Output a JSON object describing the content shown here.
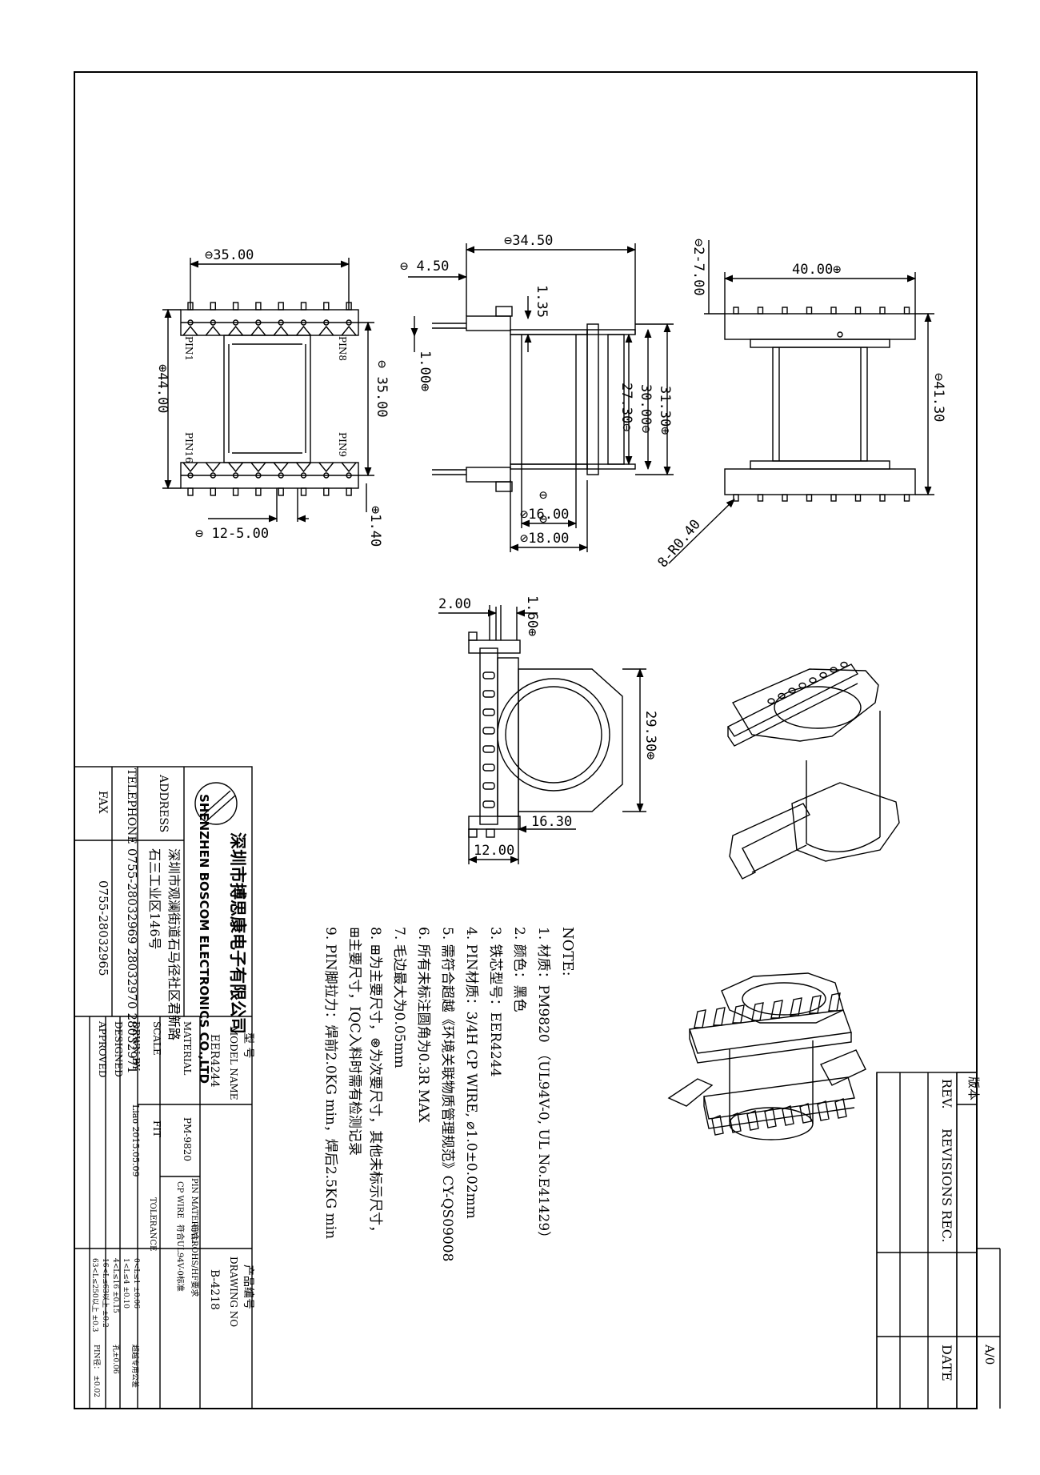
{
  "drawing": {
    "top_view": {
      "width": "⊖35.00",
      "height": "⊕44.00",
      "inner": "⊖ 35.00",
      "pitch": "⊖ 12-5.00",
      "pin_dia": "⊕1.40",
      "pin1": "PIN1",
      "pin8": "PIN8",
      "pin16": "PIN16",
      "pin9": "PIN9"
    },
    "front_view": {
      "width": "⊖34.50",
      "left_ext": "⊖ 4.50",
      "flange_t": "1.35",
      "pin_t": "1.00⊕",
      "h1": "27.30⊖",
      "h2": "30.00⊖",
      "h3": "31.30⊕",
      "d1": "⊘16.00",
      "d2": "⊘18.00",
      "d1_mark": "⊖",
      "d2_mark": "⊖"
    },
    "side_view": {
      "slot": "⊖2-7.00",
      "width": "40.00⊕",
      "height": "⊖41.30",
      "radius": "8-R0.40"
    },
    "end_view": {
      "top_w": "2.00",
      "pin_gap": "1.60⊕",
      "height": "29.30⊕",
      "bottom_w": "12.00",
      "offset": "16.30"
    }
  },
  "notes": {
    "title": "NOTE:",
    "items": [
      "1. 材质：PM9820 （UL94V-0, UL No.E41429）",
      "2. 颜色：黑色",
      "3. 铁芯型号：EER4244",
      "4. PIN材质：3/4H CP WIRE, ⌀1.0±0.02mm",
      "5. 需符合超越《环境关联物质管理规范》CY-QS09008",
      "6. 所有未标注圆角为0.3R MAX",
      "7. 毛边最大为0.05mm",
      "8. ⊞为主要尺寸，⊛为次要尺寸，其他未标示尺寸，",
      "   ⊞主要尺寸，IQC入料时需有检测记录",
      "9. PIN脚拉力：焊前2.0KG min，焊后2.5KG min"
    ]
  },
  "title_block": {
    "company_cn": "深圳市搏思康电子有限公司",
    "company_en": "SHENZHEN BOSCOM ELECTRONICS CO.,LTD",
    "address_label": "ADDRESS",
    "address_line1": "深圳市观澜街道石马径社区君新路",
    "address_line2": "石三工业区146号",
    "telephone_label": "TELEPHONE",
    "telephone": "0755-28032969 28032970 28032971",
    "fax_label": "FAX",
    "fax": "0755-28032965",
    "model_name_cn": "型 号",
    "model_name_label": "MODEL NAME",
    "model_value": "EER4244",
    "drawing_no_cn": "产品编号",
    "drawing_no_label": "DRAWING NO",
    "drawing_no_value": "B-4218",
    "material_label": "MATERIAL",
    "material_value": "PM-9820",
    "pin_material_label": "PIN MATERIAL:",
    "pin_material_value": "符合ROHS/HF要求",
    "cp_wire_label": "CP WIRE",
    "cp_wire_value": "符合UL94V-0标准",
    "scale_label": "SCALE",
    "scale_value": "FIT",
    "drwn_label": "DRWN BY",
    "drwn_value": "Liao 2015.05.09",
    "designed_label": "DESIGNED",
    "approved_label": "APPROVED",
    "tolerance_label": "TOLERANCE",
    "tolerance_rows": [
      "0<L≤1     ±0.06",
      "1<L≤4     ±0.10",
      "4<L≤16    ±0.15",
      "16<L≤63以上 ±0.2",
      "63<L≤250以上 ±0.3"
    ],
    "tolerance_right": [
      "超越专用公差",
      "孔±0.06",
      "PIN径： ±0.02"
    ]
  },
  "revisions": {
    "rev_label": "REV.",
    "revisions_label": "REVISIONS REC.",
    "date_label": "DATE",
    "version_label": "版本",
    "version_value": "A/0"
  }
}
